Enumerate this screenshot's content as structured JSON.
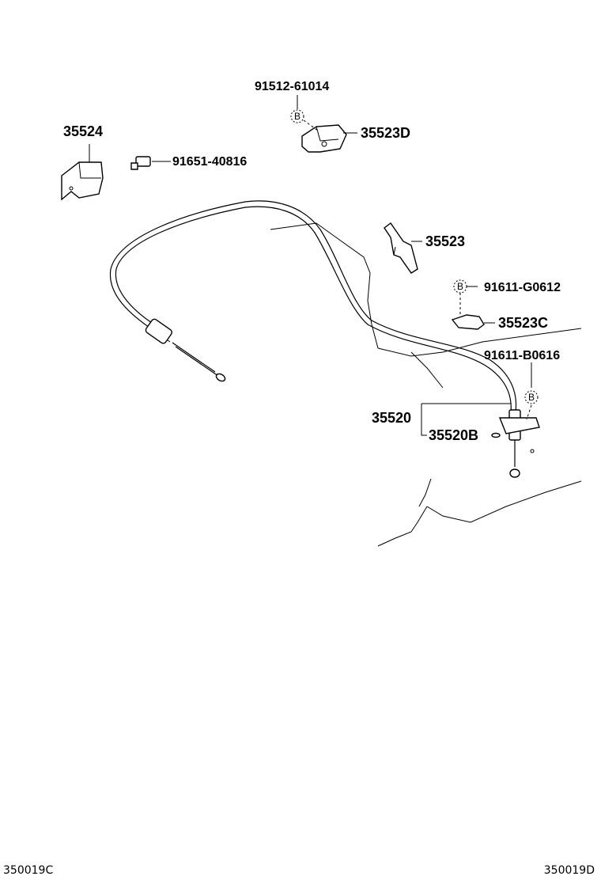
{
  "labels": {
    "p35524": "35524",
    "p91651": "91651-40816",
    "p91512": "91512-61014",
    "p35523d": "35523D",
    "p35523": "35523",
    "p91611g": "91611-G0612",
    "p35523c": "35523C",
    "p91611b": "91611-B0616",
    "p35520": "35520",
    "p35520b": "35520B"
  },
  "badges": {
    "b1": "B",
    "b2": "B",
    "b3": "B"
  },
  "footer": {
    "left_code": "350019C",
    "right_code": "350019D"
  }
}
